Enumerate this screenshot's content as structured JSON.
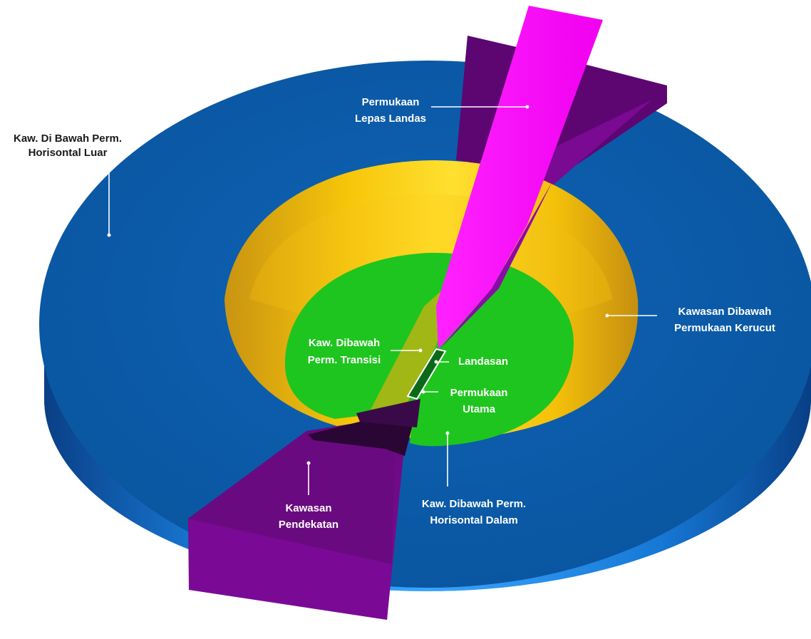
{
  "diagram": {
    "labels": {
      "outer_horizontal": {
        "line1": "Kaw. Di Bawah Perm.",
        "line2": "Horisontal Luar"
      },
      "takeoff": {
        "line1": "Permukaan",
        "line2": "Lepas Landas"
      },
      "conical": {
        "line1": "Kawasan Dibawah",
        "line2": "Permukaan Kerucut"
      },
      "transition": {
        "line1": "Kaw. Dibawah",
        "line2": "Perm. Transisi"
      },
      "runway": {
        "line1": "Landasan"
      },
      "main_surface": {
        "line1": "Permukaan",
        "line2": "Utama"
      },
      "approach": {
        "line1": "Kawasan",
        "line2": "Pendekatan"
      },
      "inner_horizontal": {
        "line1": "Kaw. Dibawah Perm.",
        "line2": "Horisontal Dalam"
      }
    },
    "colors": {
      "outer_disc_top": "#0b5ba8",
      "outer_disc_side": "#1278d2",
      "cone_yellow": "#f2c200",
      "inner_green": "#1ec51e",
      "takeoff_magenta": "#ff1aff",
      "approach_purple": "#6a0a80",
      "leader_white": "#ffffff"
    }
  }
}
